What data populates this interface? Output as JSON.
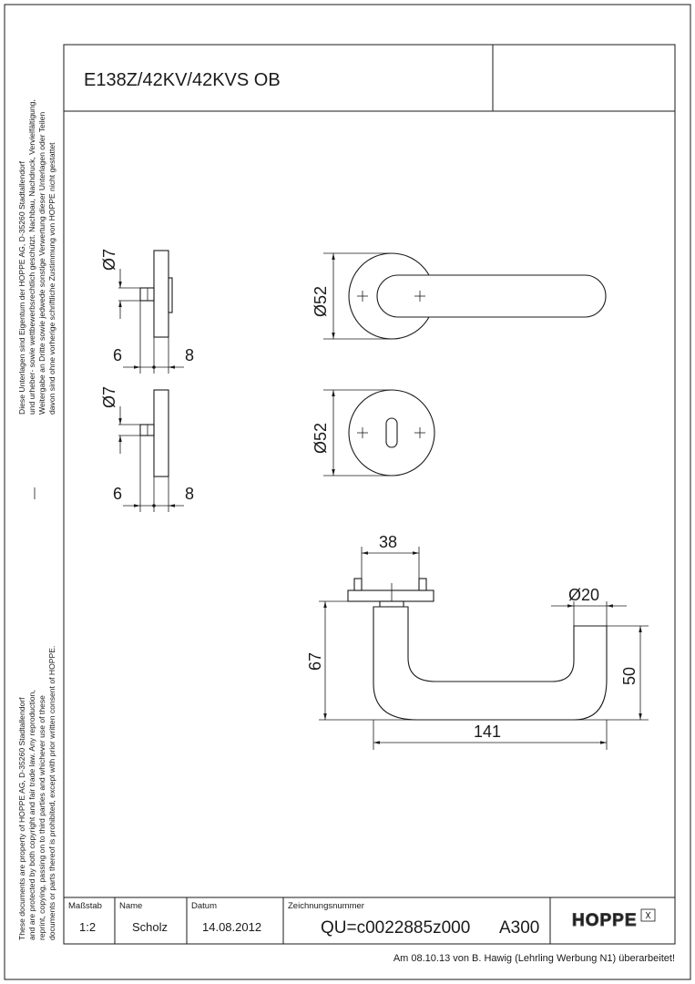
{
  "header": {
    "title": "E138Z/42KV/42KVS OB"
  },
  "legal": {
    "de": [
      "Diese Unterlagen sind Eigentum der  HOPPE AG, D-35260 Stadtallendorf",
      "und urheber- sowie wettbewerbsrechtlich geschützt. Nachbau, Nachdruck, Vervielfältigung,",
      "Weitergabe an Dritte sowie jedwede sonstige Verwertung dieser Unterlagen oder Teilen",
      "davon sind ohne vorherige schriftliche Zustimmung von HOPPE nicht gestattet"
    ],
    "en": [
      "These documents are property of HOPPE AG, D-35260 Stadtallendorf",
      "and are protected by both copyright and fair trade law. Any reproduction,",
      "reprint, copying, passing on to third parties and whichever use of these",
      "documents or parts thereof is prohibited, except with prior written consent of HOPPE."
    ]
  },
  "dimensions": {
    "side_top_dia": "Ø7",
    "side_top_left": "6",
    "side_top_right": "8",
    "side_bottom_dia": "Ø7",
    "side_bottom_left": "6",
    "side_bottom_right": "8",
    "front_rose_dia": "Ø52",
    "escutcheon_dia": "Ø52",
    "top_width": "38",
    "grip_dia": "Ø20",
    "height": "67",
    "projection": "50",
    "length": "141"
  },
  "title_block": {
    "scale_label": "Maßstab",
    "scale_value": "1:2",
    "name_label": "Name",
    "name_value": "Scholz",
    "date_label": "Datum",
    "date_value": "14.08.2012",
    "drawing_no_label": "Zeichnungsnummer",
    "drawing_no_value": "QU=c0022885z000",
    "format": "A300",
    "logo": "HOPPE"
  },
  "footer": {
    "note": "Am 08.10.13 von B. Hawig (Lehrling Werbung N1) überarbeitet!"
  }
}
